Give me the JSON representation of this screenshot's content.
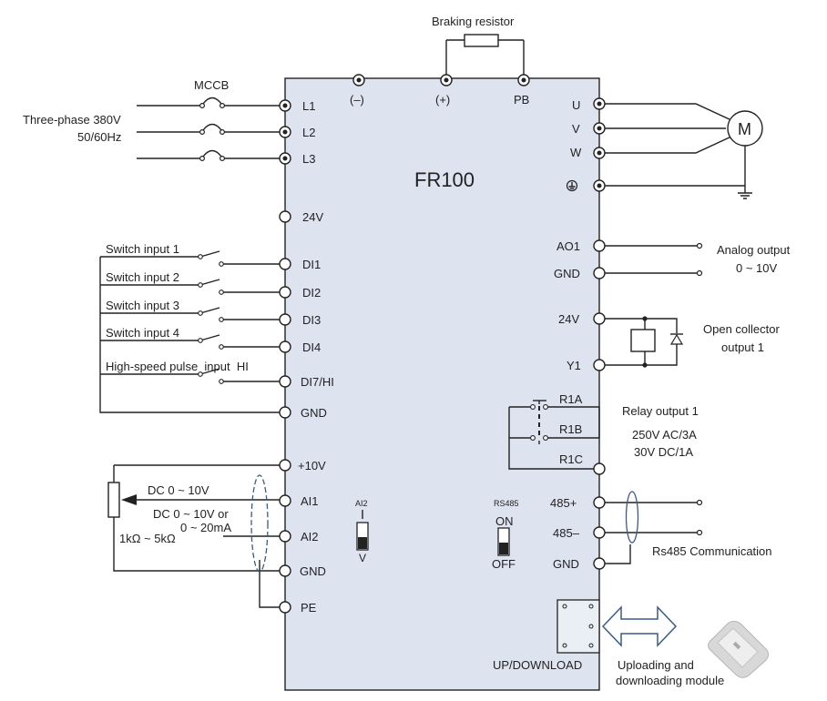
{
  "model": "FR100",
  "braking_resistor": "Braking resistor",
  "mccb": "MCCB",
  "supply": {
    "line1": "Three-phase 380V",
    "line2": "50/60Hz"
  },
  "motor": "M",
  "top_terminals": [
    "(–)",
    "(+)",
    "PB"
  ],
  "power_in": [
    "L1",
    "L2",
    "L3"
  ],
  "motor_out": [
    "U",
    "V",
    "W"
  ],
  "left_terminals": [
    "24V",
    "DI1",
    "DI2",
    "DI3",
    "DI4",
    "DI7/HI",
    "GND",
    "+10V",
    "AI1",
    "AI2",
    "GND",
    "PE"
  ],
  "switch_inputs": [
    "Switch input 1",
    "Switch input 2",
    "Switch input 3",
    "Switch input 4",
    "High-speed pulse  input  HI"
  ],
  "analog_in": {
    "ai1": "DC 0 ~ 10V",
    "ai2_a": "DC 0 ~ 10V or",
    "ai2_b": "0 ~ 20mA",
    "pot": "1kΩ ~ 5kΩ"
  },
  "ai2_switch": {
    "title": "AI2",
    "pos": "V"
  },
  "rs485_switch": {
    "title": "RS485",
    "on": "ON",
    "off": "OFF"
  },
  "right_terminals": [
    "AO1",
    "GND",
    "24V",
    "Y1",
    "R1A",
    "R1B",
    "R1C",
    "485+",
    "485–",
    "GND"
  ],
  "analog_out": {
    "line1": "Analog output",
    "line2": "0 ~ 10V"
  },
  "open_collector": {
    "line1": "Open collector",
    "line2": "output 1"
  },
  "relay": {
    "line1": "Relay output 1",
    "line2": "250V AC/3A",
    "line3": "30V DC/1A"
  },
  "rs485_comm": "Rs485 Communication",
  "updown": "UP/DOWNLOAD",
  "module": {
    "line1": "Uploading and",
    "line2": "downloading module"
  }
}
